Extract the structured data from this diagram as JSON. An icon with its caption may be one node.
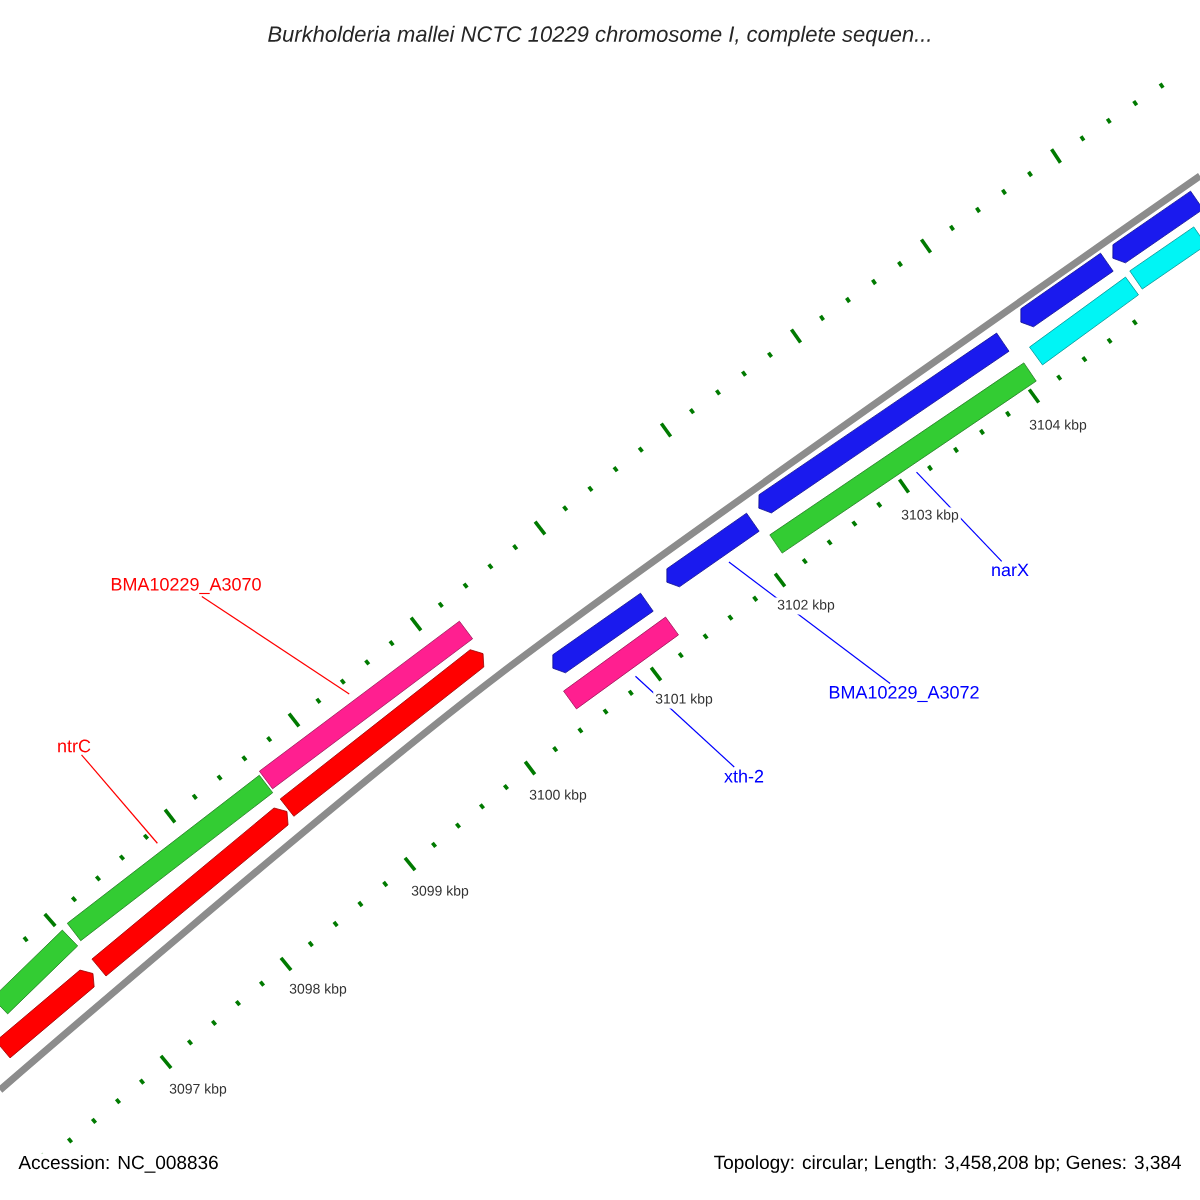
{
  "diagram": {
    "title": "Burkholderia mallei NCTC 10229 chromosome I, complete sequen...",
    "nodes": [
      {
        "text": [
          "BMA10229_A3070"
        ]
      },
      {
        "text": [
          "ntrC"
        ]
      },
      {
        "text": [
          "xth-2"
        ]
      },
      {
        "text": [
          "BMA10229_A3072"
        ]
      },
      {
        "text": [
          "narX"
        ]
      },
      {
        "text": [],
        "shape": "bar"
      },
      {
        "text": [],
        "shape": "bar"
      },
      {
        "text": [],
        "shape": "bar"
      },
      {
        "text": [],
        "shape": "bar"
      },
      {
        "text": [],
        "shape": "bar"
      },
      {
        "text": [],
        "shape": "bar"
      },
      {
        "text": [],
        "shape": "bar"
      },
      {
        "text": [],
        "shape": "bar"
      },
      {
        "text": [],
        "shape": "bar"
      },
      {
        "text": [],
        "shape": "bar"
      },
      {
        "text": [],
        "shape": "bar"
      },
      {
        "text": [],
        "shape": "bar"
      },
      {
        "text": [],
        "shape": "bar"
      },
      {
        "text": [],
        "shape": "bar"
      },
      {
        "text": [],
        "shape": "bar"
      }
    ],
    "edges": [
      {
        "from": 0,
        "to": 9,
        "arrow": "none",
        "color": "#ff0000"
      },
      {
        "from": 1,
        "to": 7,
        "arrow": "none",
        "color": "#ff0000"
      },
      {
        "from": 2,
        "to": 12,
        "arrow": "none"
      },
      {
        "from": 3,
        "to": 13,
        "arrow": "none"
      },
      {
        "from": 4,
        "to": 15,
        "arrow": "none"
      }
    ],
    "labels": [
      "3104 kbp",
      "3103 kbp",
      "3102 kbp",
      "3101 kbp",
      "3100 kbp",
      "3099 kbp",
      "3098 kbp",
      "3097 kbp",
      "Accession: NC_008836",
      "Topology: circular; Length: 3,458,208 bp; Genes: 3,384"
    ]
  }
}
